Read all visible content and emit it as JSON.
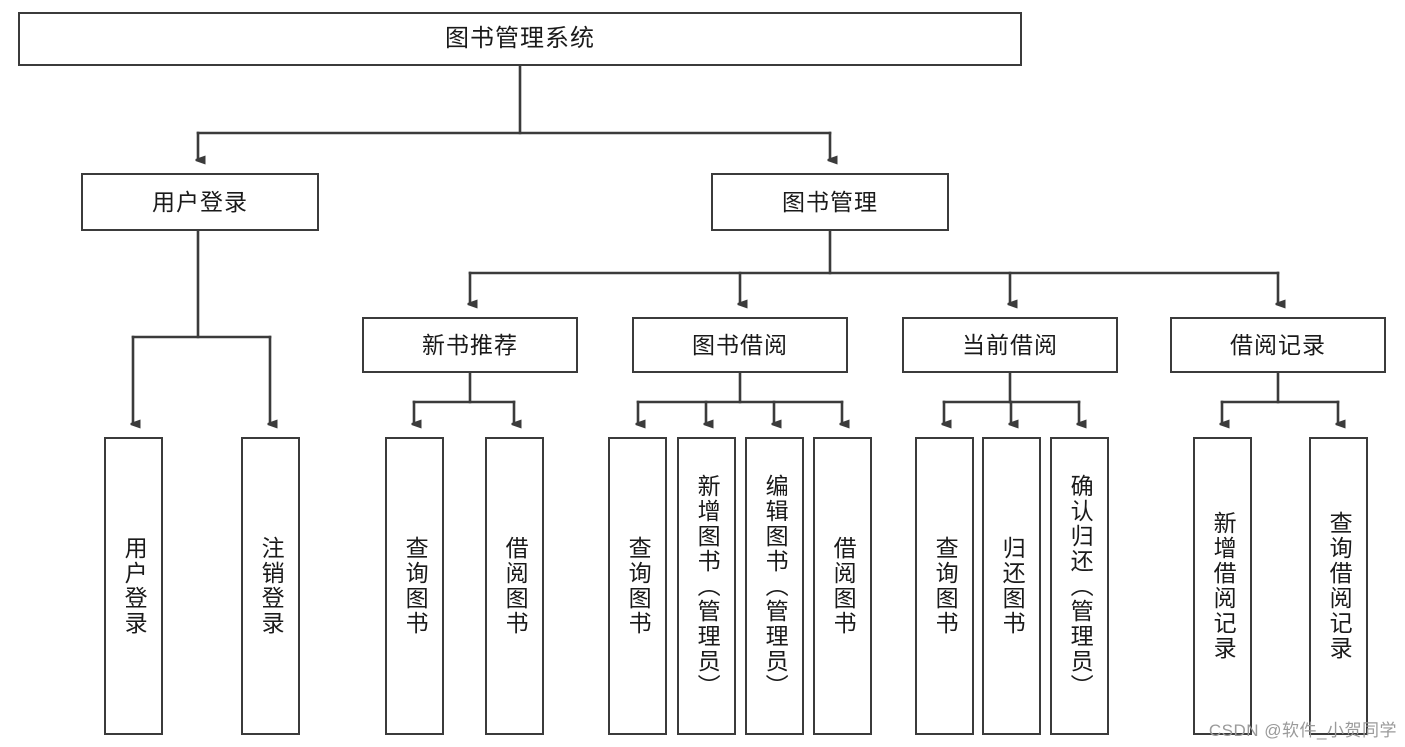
{
  "diagram": {
    "title": "图书管理系统",
    "type": "tree",
    "orientation": "top-down",
    "watermark": "CSDN @软件_小贺同学",
    "colors": {
      "stroke": "#3b3b3b",
      "fill": "#ffffff",
      "text": "#1a1a1a",
      "watermark": "#9a9a9a"
    },
    "nodes": {
      "root": {
        "label": "图书管理系统"
      },
      "level1": [
        {
          "id": "user-login",
          "label": "用户登录"
        },
        {
          "id": "book-manage",
          "label": "图书管理"
        }
      ],
      "level2": [
        {
          "id": "new-book-recommend",
          "label": "新书推荐",
          "parent": "book-manage"
        },
        {
          "id": "book-borrow",
          "label": "图书借阅",
          "parent": "book-manage"
        },
        {
          "id": "current-borrow",
          "label": "当前借阅",
          "parent": "book-manage"
        },
        {
          "id": "borrow-record",
          "label": "借阅记录",
          "parent": "book-manage"
        }
      ],
      "leaves": [
        {
          "id": "leaf-user-login",
          "label": "用户登录",
          "parent": "user-login"
        },
        {
          "id": "leaf-logout",
          "label": "注销登录",
          "parent": "user-login"
        },
        {
          "id": "leaf-query-book-1",
          "label": "查询图书",
          "parent": "new-book-recommend"
        },
        {
          "id": "leaf-borrow-book-1",
          "label": "借阅图书",
          "parent": "new-book-recommend"
        },
        {
          "id": "leaf-query-book-2",
          "label": "查询图书",
          "parent": "book-borrow"
        },
        {
          "id": "leaf-add-book",
          "label": "新增图书（管理员）",
          "parent": "book-borrow"
        },
        {
          "id": "leaf-edit-book",
          "label": "编辑图书（管理员）",
          "parent": "book-borrow"
        },
        {
          "id": "leaf-borrow-book-2",
          "label": "借阅图书",
          "parent": "book-borrow"
        },
        {
          "id": "leaf-query-book-3",
          "label": "查询图书",
          "parent": "current-borrow"
        },
        {
          "id": "leaf-return-book",
          "label": "归还图书",
          "parent": "current-borrow"
        },
        {
          "id": "leaf-confirm-return",
          "label": "确认归还（管理员）",
          "parent": "current-borrow"
        },
        {
          "id": "leaf-add-record",
          "label": "新增借阅记录",
          "parent": "borrow-record"
        },
        {
          "id": "leaf-query-record",
          "label": "查询借阅记录",
          "parent": "borrow-record"
        }
      ]
    }
  }
}
